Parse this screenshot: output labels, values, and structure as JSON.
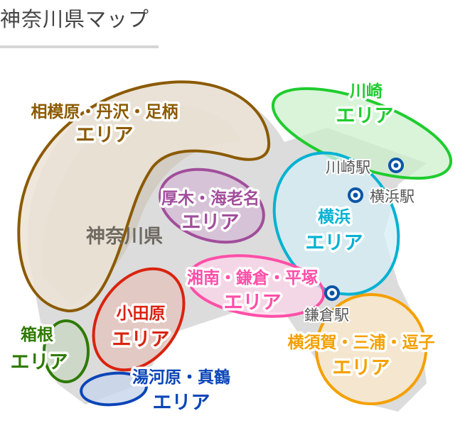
{
  "title": "神奈川県マップ",
  "prefecture_label": "神奈川県",
  "areas": {
    "sagamihara": {
      "name": "相模原・丹沢・足柄",
      "suffix": "エリア",
      "color": "#8b5a00"
    },
    "atsugi": {
      "name": "厚木・海老名",
      "suffix": "エリア",
      "color": "#a14e9b"
    },
    "kawasaki": {
      "name": "川崎",
      "suffix": "エリア",
      "color": "#1fcc2e"
    },
    "yokohama": {
      "name": "横浜",
      "suffix": "エリア",
      "color": "#00b2d2"
    },
    "shonan": {
      "name": "湘南・鎌倉・平塚",
      "suffix": "エリア",
      "color": "#ff4fa8"
    },
    "odawara": {
      "name": "小田原",
      "suffix": "エリア",
      "color": "#d9230f"
    },
    "hakone": {
      "name": "箱根",
      "suffix": "エリア",
      "color": "#2e7a00"
    },
    "yugawara": {
      "name": "湯河原・真鶴",
      "suffix": "エリア",
      "color": "#0a45b8"
    },
    "yokosuka": {
      "name": "横須賀・三浦・逗子",
      "suffix": "エリア",
      "color": "#f4a000"
    }
  },
  "stations": {
    "kawasaki": "川崎駅",
    "yokohama": "横浜駅",
    "kamakura": "鎌倉駅"
  }
}
